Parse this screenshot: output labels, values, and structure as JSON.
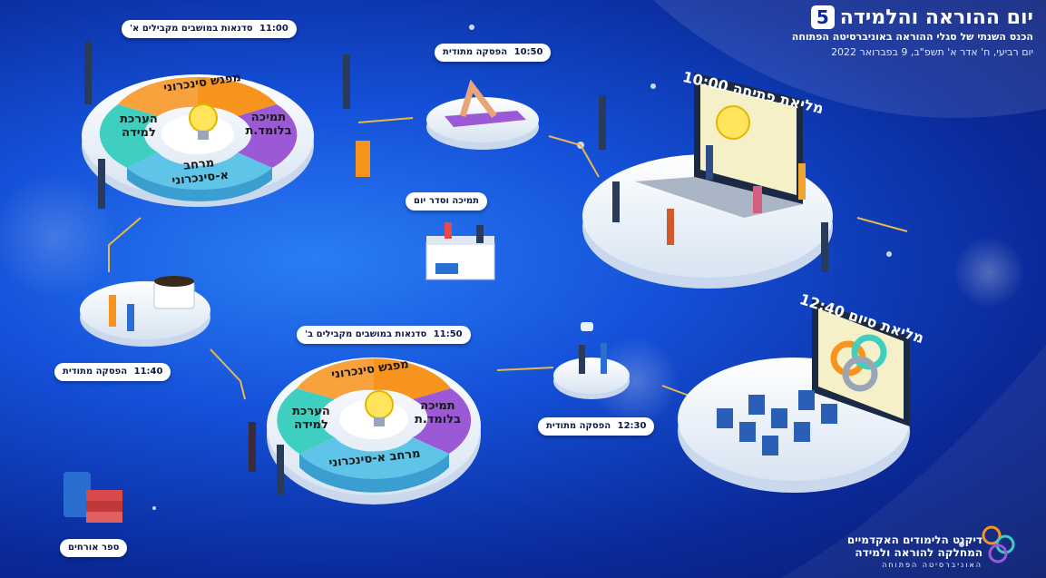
{
  "header": {
    "title": "יום ההוראה והלמידה",
    "badge": "5",
    "subtitle": "הכנס השנתי של סגלי ההוראה באוניברסיטה הפתוחה",
    "date": "יום רביעי, ח' אדר א' תשפ\"ב, 9 בפברואר 2022"
  },
  "schedule": {
    "opening": {
      "time": "10:00",
      "label": "מליאת פתיחה"
    },
    "break1": {
      "time": "10:50",
      "label": "הפסקה מתודית"
    },
    "support": {
      "label": "תמיכה וסדר יום"
    },
    "workshops_a": {
      "time": "11:00",
      "label": "סדנאות במושבים מקבילים א'"
    },
    "break2": {
      "time": "11:40",
      "label": "הפסקה מתודית"
    },
    "workshops_b": {
      "time": "11:50",
      "label": "סדנאות במושבים מקבילים ב'"
    },
    "break3": {
      "time": "12:30",
      "label": "הפסקה מתודית"
    },
    "closing": {
      "time": "12:40",
      "label": "מליאת סיום"
    },
    "guestbook": {
      "label": "ספר אורחים"
    }
  },
  "ring": {
    "top": "מפגש סינכרוני",
    "right": "תמיכה בלומד.ת",
    "bottom": "מרחב א-סינכרוני",
    "left": "הערכת למידה"
  },
  "logo": {
    "line1": "דיקנט הלימודים האקדמיים",
    "line2": "המחלקה להוראה ולמידה",
    "line3": "האוניברסיטה הפתוחה"
  },
  "colors": {
    "ring_top": "#f7941d",
    "ring_right": "#9b59d6",
    "ring_bottom": "#5ec4e8",
    "ring_left": "#3ecfc0",
    "connector": "#e8b84a"
  }
}
